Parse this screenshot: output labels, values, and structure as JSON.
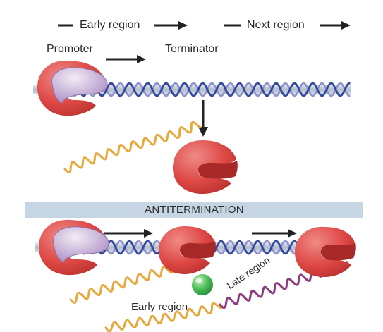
{
  "labels": {
    "early_region_header": "Early region",
    "next_region_header": "Next region",
    "promoter": "Promoter",
    "terminator": "Terminator",
    "antitermination": "ANTITERMINATION",
    "early_region_rna": "Early region",
    "late_region_rna": "Late region"
  },
  "colors": {
    "polymerase": "#de4a48",
    "sigma_factor": "#b69ac8",
    "dna_strand_a": "#3b4fa3",
    "dna_strand_b": "#8b8fc9",
    "dna_axis": "#b9c3cf",
    "early_rna": "#e8a93c",
    "late_rna": "#8e3c82",
    "antiterminator": "#3fae4f",
    "banner": "#c5d5e3"
  },
  "icons": [
    "rna-polymerase-icon",
    "sigma-factor-icon",
    "n-protein-icon",
    "arrow-right-icon",
    "arrow-down-icon"
  ]
}
